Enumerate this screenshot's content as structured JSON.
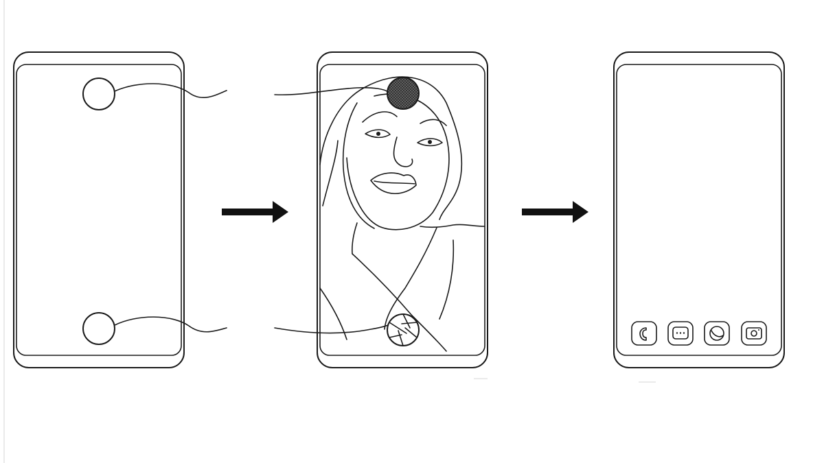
{
  "diagram": {
    "steps": [
      {
        "panel": "phone-left",
        "state": "screen-off-with-sensor-areas"
      },
      {
        "panel": "phone-middle",
        "state": "selfie-camera-preview"
      },
      {
        "panel": "phone-right",
        "state": "home-screen"
      }
    ],
    "transitions": [
      "arrow-right-icon",
      "arrow-right-icon"
    ],
    "dock_icons": [
      "phone-icon",
      "message-icon",
      "browser-icon",
      "camera-icon"
    ],
    "colors": {
      "ink": "#1a1a1a",
      "background": "#ffffff",
      "front-camera-fill": "#555555"
    }
  }
}
